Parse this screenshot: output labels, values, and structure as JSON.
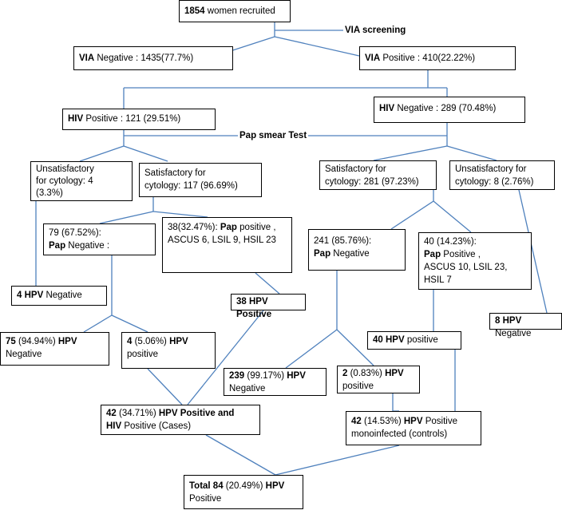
{
  "nodes": {
    "recruited": {
      "bold": "1854",
      "text": " women recruited"
    },
    "via_screening": "VIA screening",
    "via_neg": {
      "bold": "VIA",
      "text": " Negative : 1435(77.7%)"
    },
    "via_pos": {
      "bold": "VIA",
      "text": " Positive :  410(22.22%)"
    },
    "hiv_pos": {
      "bold": "HIV",
      "text": " Positive : 121 (29.51%)"
    },
    "hiv_neg": {
      "bold": "HIV",
      "text": " Negative : 289 (70.48%)"
    },
    "pap_smear": "Pap smear Test",
    "unsat_left": {
      "l1": "Unsatisfactory",
      "l2": "for cytology: 4",
      "l3": "(3.3%)"
    },
    "sat_left": {
      "l1": "Satisfactory  for",
      "l2": "cytology: 117 (96.69%)"
    },
    "sat_right": {
      "l1": "Satisfactory for",
      "l2": "cytology: 281 (97.23%)"
    },
    "unsat_right": {
      "l1": "Unsatisfactory  for",
      "l2": "cytology: 8 (2.76%)"
    },
    "pap_neg_79": {
      "l1": "79 (67.52%):",
      "l2b": "Pap",
      "l2": " Negative :"
    },
    "pap_pos_38": {
      "l1a": "38(32.47%): ",
      "l1b": "Pap",
      "l1c": " positive ,",
      "l2": "ASCUS 6, LSIL 9, HSIL 23"
    },
    "pap_neg_241": {
      "l1": "241 (85.76%):",
      "l2b": "Pap",
      "l2": " Negative"
    },
    "pap_pos_40": {
      "l1": "40 (14.23%):",
      "l2b": "Pap",
      "l2": " Positive ,",
      "l3": "ASCUS 10, LSIL 23,",
      "l4": "HSIL 7"
    },
    "hpv_neg_4": {
      "num": "4 ",
      "bold": "HPV",
      "text": " Negative"
    },
    "hpv_pos_38": {
      "bold": "38 HPV Positive"
    },
    "hpv_neg_8": {
      "num": "8 ",
      "bold": "HPV",
      "text": " Negative"
    },
    "hpv_pos_40": {
      "bold": "40 HPV",
      "text": " positive"
    },
    "hpv_neg_75": {
      "b1": "75",
      "t1": " (94.94%) ",
      "b2": "HPV",
      "l2": "Negative"
    },
    "hpv_pos_4": {
      "b1": "4",
      "t1": " (5.06%) ",
      "b2": "HPV",
      "l2": "positive"
    },
    "hpv_neg_239": {
      "b1": "239",
      "t1": " (99.17%) ",
      "b2": "HPV",
      "l2": "Negative"
    },
    "hpv_pos_2": {
      "b1": "2",
      "t1": " (0.83%) ",
      "b2": "HPV",
      "l2": "positive"
    },
    "cases": {
      "b1": "42",
      "t1": " (34.71%) ",
      "b2": "HPV Positive  and",
      "b3": "HIV",
      "t3": " Positive (Cases)"
    },
    "controls": {
      "b1": "42",
      "t1": " (14.53%) ",
      "b2": "HPV",
      "t2": " Positive",
      "l2": "monoinfected (controls)"
    },
    "total": {
      "b1": "Total 84",
      "t1": " (20.49%) ",
      "b2": "HPV",
      "l2": "Positive"
    }
  },
  "colors": {
    "connector": "#4f81bd",
    "border": "#000000"
  }
}
